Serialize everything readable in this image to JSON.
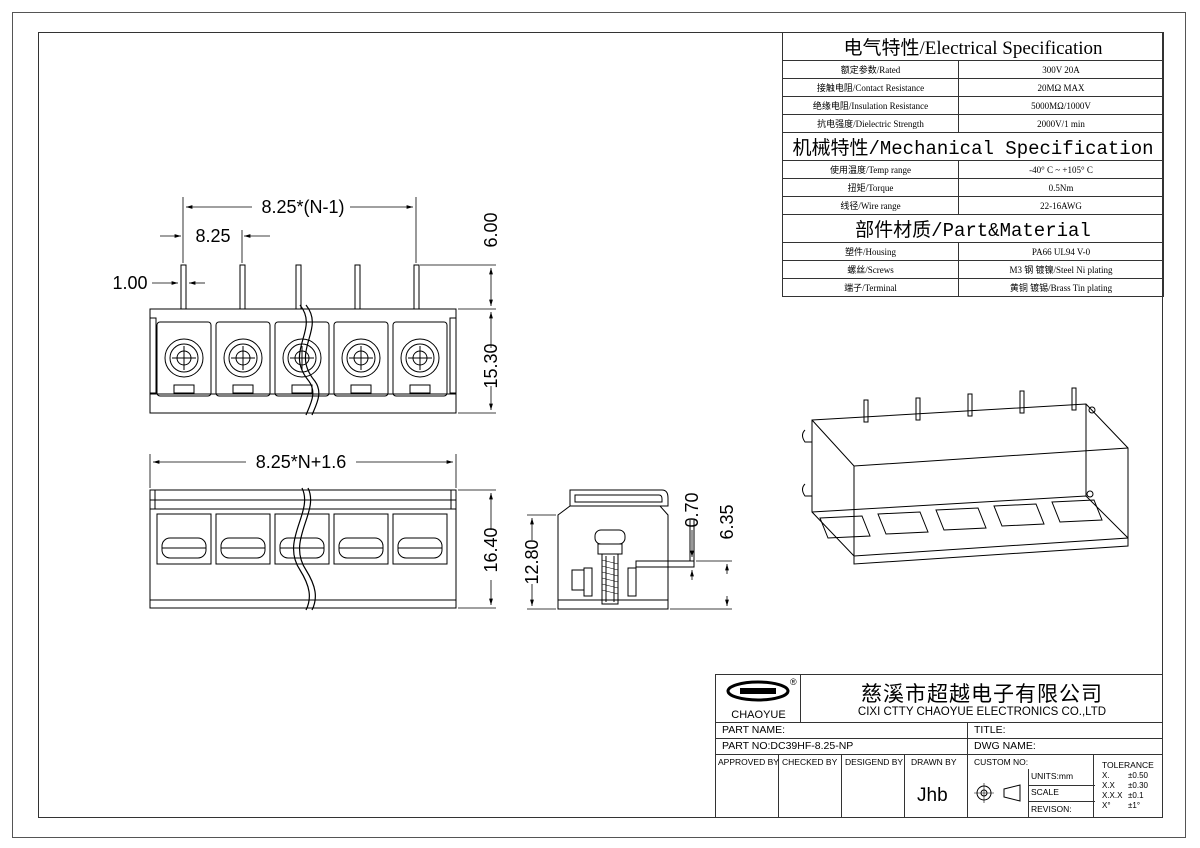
{
  "dimensions": {
    "pitch_span": "8.25*(N-1)",
    "pitch": "8.25",
    "pin_width": "1.00",
    "pin_length": "6.00",
    "body_height": "15.30",
    "total_length": "8.25*N+1.6",
    "side_height": "16.40",
    "profile_height": "12.80",
    "pin_thickness": "0.70",
    "pin_offset": "6.35"
  },
  "spec": {
    "electrical_title": "电气特性/Electrical Specification",
    "electrical": [
      {
        "label": "额定参数/Rated",
        "value": "300V  20A"
      },
      {
        "label": "接触电阻/Contact Resistance",
        "value": "20MΩ MAX"
      },
      {
        "label": "绝缘电阻/Insulation Resistance",
        "value": "5000MΩ/1000V"
      },
      {
        "label": "抗电强度/Dielectric Strength",
        "value": "2000V/1 min"
      }
    ],
    "mechanical_title": "机械特性/Mechanical Specification",
    "mechanical": [
      {
        "label": "使用温度/Temp range",
        "value": "-40° C ~ +105° C"
      },
      {
        "label": "扭矩/Torque",
        "value": "0.5Nm"
      },
      {
        "label": "线径/Wire range",
        "value": "22-16AWG"
      }
    ],
    "material_title": "部件材质/Part&Material",
    "material": [
      {
        "label": "塑件/Housing",
        "value": "PA66 UL94 V-0"
      },
      {
        "label": "螺丝/Screws",
        "value": "M3 钢 镀镍/Steel Ni plating"
      },
      {
        "label": "端子/Terminal",
        "value": "黄铜 镀锡/Brass Tin  plating"
      }
    ]
  },
  "title_block": {
    "logo_text": "CHAOYUE",
    "company_cn": "慈溪市超越电子有限公司",
    "company_en": "CIXI CTTY CHAOYUE ELECTRONICS CO.,LTD",
    "part_name_label": "PART NAME:",
    "title_label": "TITLE:",
    "part_no_label": "PART NO:DC39HF-8.25-NP",
    "dwg_name_label": "DWG NAME:",
    "approved_by": "APPROVED BY",
    "checked_by": "CHECKED BY",
    "designed_by": "DESIGEND BY",
    "drawn_by": "DRAWN BY",
    "drawn_by_value": "Jhb",
    "custom_no": "CUSTOM NO:",
    "units": "UNITS:mm",
    "scale": "SCALE",
    "revison": "REVISON:",
    "tolerance_title": "TOLERANCE",
    "tolerance": [
      {
        "k": "X.",
        "v": "±0.50"
      },
      {
        "k": "X.X",
        "v": "±0.30"
      },
      {
        "k": "X.X.X",
        "v": "±0.1"
      },
      {
        "k": "X°",
        "v": "±1°"
      }
    ]
  }
}
